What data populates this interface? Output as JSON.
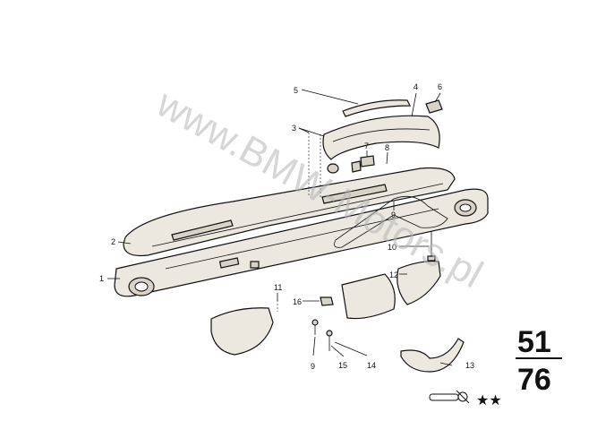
{
  "watermark": "www.BMW-Motors.pl",
  "group_number_top": "51",
  "group_number_bottom": "76",
  "rating_stars": "★★",
  "callouts": [
    {
      "id": "c1",
      "label": "1"
    },
    {
      "id": "c2",
      "label": "2"
    },
    {
      "id": "c3",
      "label": "3"
    },
    {
      "id": "c4",
      "label": "4"
    },
    {
      "id": "c5",
      "label": "5"
    },
    {
      "id": "c6",
      "label": "6"
    },
    {
      "id": "c7",
      "label": "7"
    },
    {
      "id": "c8",
      "label": "8"
    },
    {
      "id": "c9a",
      "label": "9"
    },
    {
      "id": "c9b",
      "label": "9"
    },
    {
      "id": "c10",
      "label": "10"
    },
    {
      "id": "c11",
      "label": "11"
    },
    {
      "id": "c12",
      "label": "12"
    },
    {
      "id": "c13",
      "label": "13"
    },
    {
      "id": "c14",
      "label": "14"
    },
    {
      "id": "c15",
      "label": "15"
    },
    {
      "id": "c16",
      "label": "16"
    }
  ],
  "colors": {
    "ink": "#111111",
    "part_fill": "#ece8e0",
    "watermark": "#b5b5b5"
  }
}
